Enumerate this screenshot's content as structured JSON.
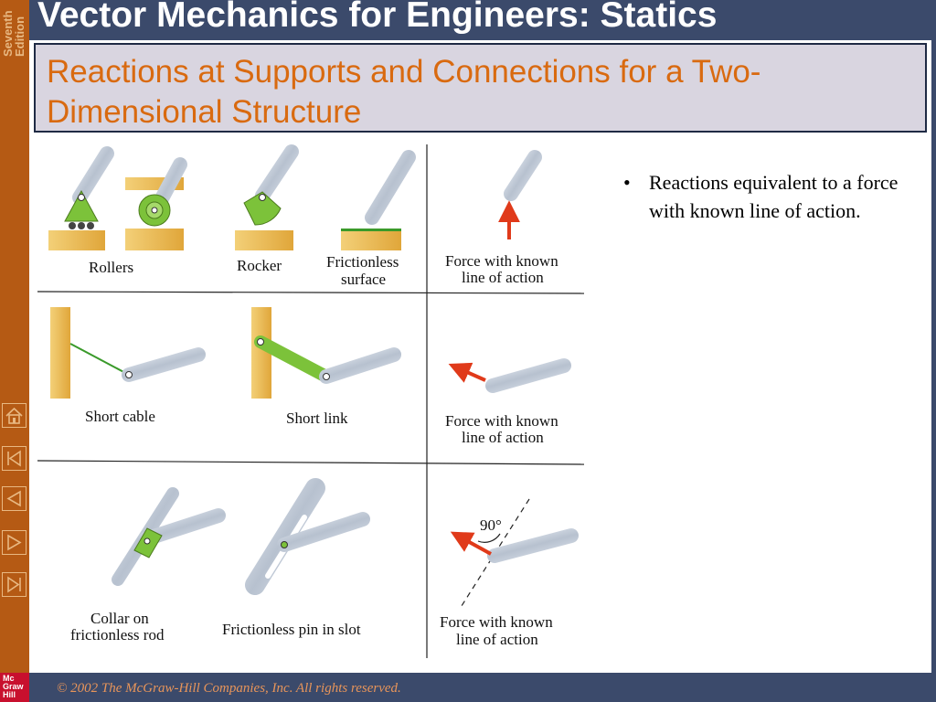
{
  "sidebar": {
    "edition_line1": "Seventh",
    "edition_line2": "Edition",
    "logo_line1": "Mc",
    "logo_line2": "Graw",
    "logo_line3": "Hill"
  },
  "header": {
    "title": "Vector Mechanics for Engineers: Statics"
  },
  "slide": {
    "subtitle_line1": "Reactions at Supports and Connections for a Two-",
    "subtitle_line2": "Dimensional Structure",
    "bullets": [
      "Reactions equivalent to a force with known line of action."
    ]
  },
  "figure": {
    "labels": {
      "rollers": "Rollers",
      "rocker": "Rocker",
      "frictionless1": "Frictionless",
      "frictionless2": "surface",
      "force_a1": "Force with known",
      "force_a2": "line of action",
      "short_cable": "Short cable",
      "short_link": "Short link",
      "force_b1": "Force with known",
      "force_b2": "line of action",
      "collar1": "Collar on",
      "collar2": "frictionless rod",
      "pin_slot": "Frictionless pin in slot",
      "force_c1": "Force with known",
      "force_c2": "line of action",
      "angle": "90°"
    }
  },
  "footer": {
    "copyright": "© 2002 The McGraw-Hill Companies, Inc. All rights reserved."
  }
}
